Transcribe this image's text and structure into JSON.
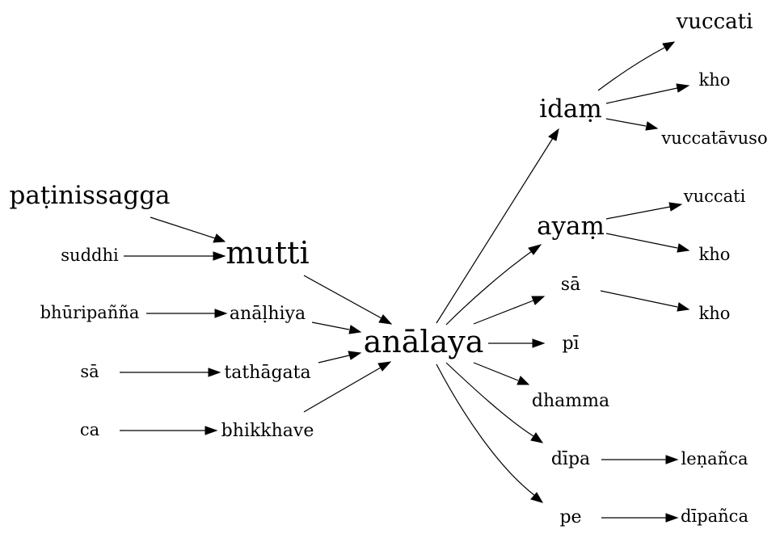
{
  "nodes": {
    "patinissagga": "paṭinissagga",
    "suddhi": "suddhi",
    "bhuripanna": "bhūripañña",
    "sa_left": "sā",
    "ca": "ca",
    "mutti": "mutti",
    "analhiya": "anāḷhiya",
    "tathagata": "tathāgata",
    "bhikkhave": "bhikkhave",
    "analaya": "anālaya",
    "idam": "idaṃ",
    "ayam": "ayaṃ",
    "sa_right": "sā",
    "pi": "pī",
    "dhamma": "dhamma",
    "dipa": "dīpa",
    "pe": "pe",
    "vuccati_top": "vuccati",
    "kho_1": "kho",
    "vuccatavuso": "vuccatāvuso",
    "vuccati_mid": "vuccati",
    "kho_2": "kho",
    "kho_3": "kho",
    "lenanca": "leṇañca",
    "dipanca": "dīpañca"
  }
}
